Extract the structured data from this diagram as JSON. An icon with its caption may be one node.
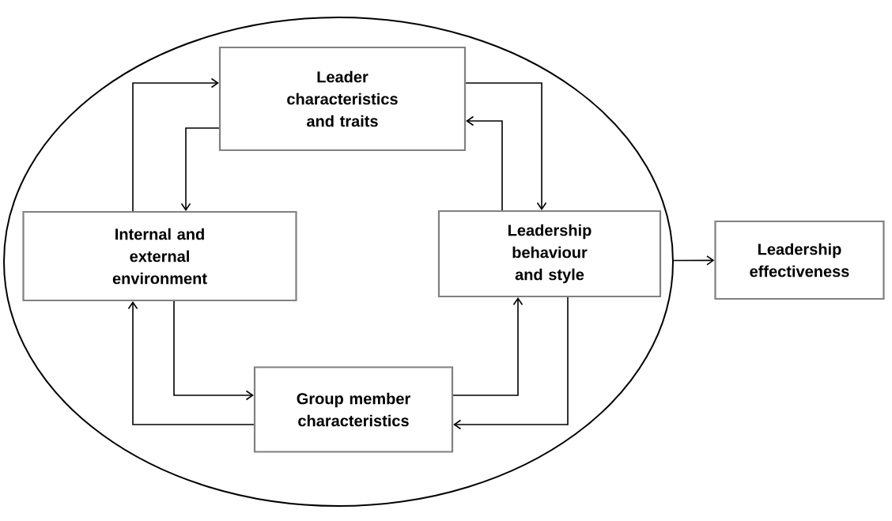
{
  "diagram": {
    "nodes": [
      {
        "text": [],
        "shape": "ellipse"
      },
      {
        "text": [
          "Leader characteristics and traits"
        ],
        "in": 0
      },
      {
        "text": [
          "Internal and external environment"
        ],
        "in": 0
      },
      {
        "text": [
          "Leadership behaviour and style"
        ],
        "in": 0
      },
      {
        "text": [
          "Group member characteristics"
        ],
        "in": 0
      },
      {
        "text": [
          "Leadership effectiveness"
        ]
      }
    ],
    "edges": [
      {
        "from": 2,
        "to": 1,
        "arrow": "to"
      },
      {
        "from": 1,
        "to": 2,
        "arrow": "to"
      },
      {
        "from": 1,
        "to": 3,
        "arrow": "to"
      },
      {
        "from": 3,
        "to": 1,
        "arrow": "to"
      },
      {
        "from": 2,
        "to": 4,
        "arrow": "to"
      },
      {
        "from": 4,
        "to": 2,
        "arrow": "to"
      },
      {
        "from": 4,
        "to": 3,
        "arrow": "to"
      },
      {
        "from": 3,
        "to": 4,
        "arrow": "to"
      },
      {
        "from": 0,
        "to": 5,
        "arrow": "to"
      }
    ]
  }
}
